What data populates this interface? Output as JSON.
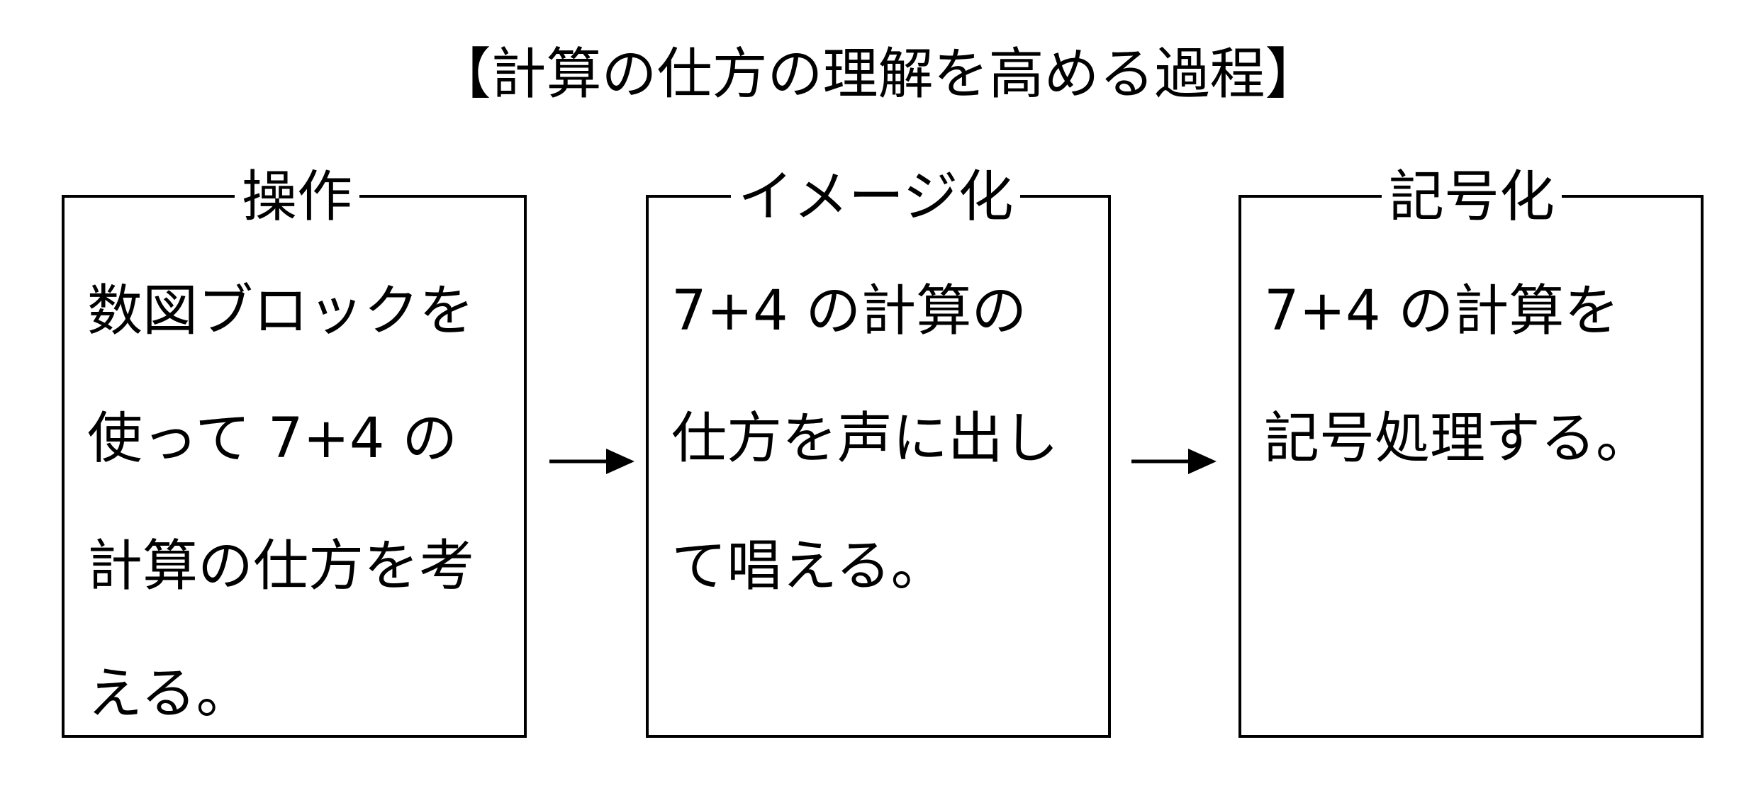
{
  "title": "【計算の仕方の理解を高める過程】",
  "stages": [
    {
      "label": "操作",
      "lines": [
        "数図ブロックを",
        "使って 7+4 の",
        "計算の仕方を考",
        "える。"
      ]
    },
    {
      "label": "イメージ化",
      "lines": [
        "7+4 の計算の",
        "仕方を声に出し",
        "て唱える。"
      ]
    },
    {
      "label": "記号化",
      "lines": [
        "7+4 の計算を",
        "記号処理する。"
      ]
    }
  ]
}
